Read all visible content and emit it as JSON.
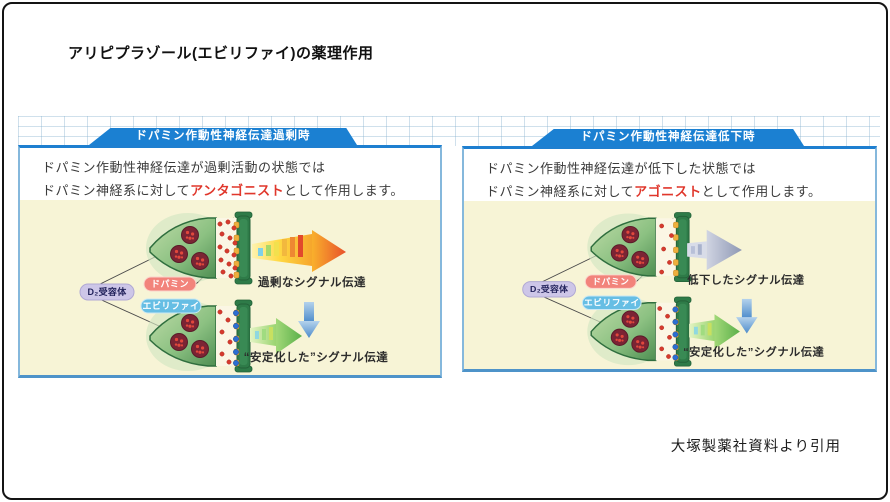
{
  "page": {
    "title": "アリピプラゾール(エビリファイ)の薬理作用",
    "citation": "大塚製薬社資料より引用"
  },
  "left_panel": {
    "banner": "ドパミン作動性神経伝達過剰時",
    "desc_line1": "ドパミン作動性神経伝達が過剰活動の状態では",
    "desc_line2_pre": "ドパミン神経系に対して",
    "desc_line2_accent": "アンタゴニスト",
    "desc_line2_post": "として作用します。",
    "labels": {
      "receptor": "D₂受容体",
      "dopamine": "ドパミン",
      "drug": "エビリファイ",
      "signal_top": "過剰なシグナル伝達",
      "signal_bottom": "“安定化した”シグナル伝達"
    }
  },
  "right_panel": {
    "banner": "ドパミン作動性神経伝達低下時",
    "desc_line1": "ドパミン作動性神経伝達が低下した状態では",
    "desc_line2_pre": "ドパミン神経系に対して",
    "desc_line2_accent": "アゴニスト",
    "desc_line2_post": "として作用します。",
    "labels": {
      "receptor": "D₂受容体",
      "dopamine": "ドパミン",
      "drug": "エビリファイ",
      "signal_top": "低下したシグナル伝達",
      "signal_bottom": "“安定化した”シグナル伝達"
    }
  },
  "colors": {
    "banner_blue": "#1B80D2",
    "panel_border_blue": "#85B8DC",
    "panel_bottom_blue": "#4E93C9",
    "diagram_cream": "#F7F4D6",
    "accent_red": "#E0372C",
    "dopamine_pill_pink": "#F2837B",
    "drug_pill_blue": "#66BEE4",
    "receptor_pill_lavender": "#CDC6E8",
    "synapse_green": "#5E9E5C",
    "vesicle_maroon": "#7B2434",
    "dopamine_dot_red": "#D53A2E",
    "drug_dot_blue": "#2C6ED2",
    "receptor_nub_yellow": "#ECAF3C",
    "excess_arrow_yellow_red": "#F6A62C",
    "stabilized_arrow_green": "#7CC55E",
    "reduced_arrow_gray": "#9299B8",
    "down_arrow_blue": "#4E8CCB"
  }
}
